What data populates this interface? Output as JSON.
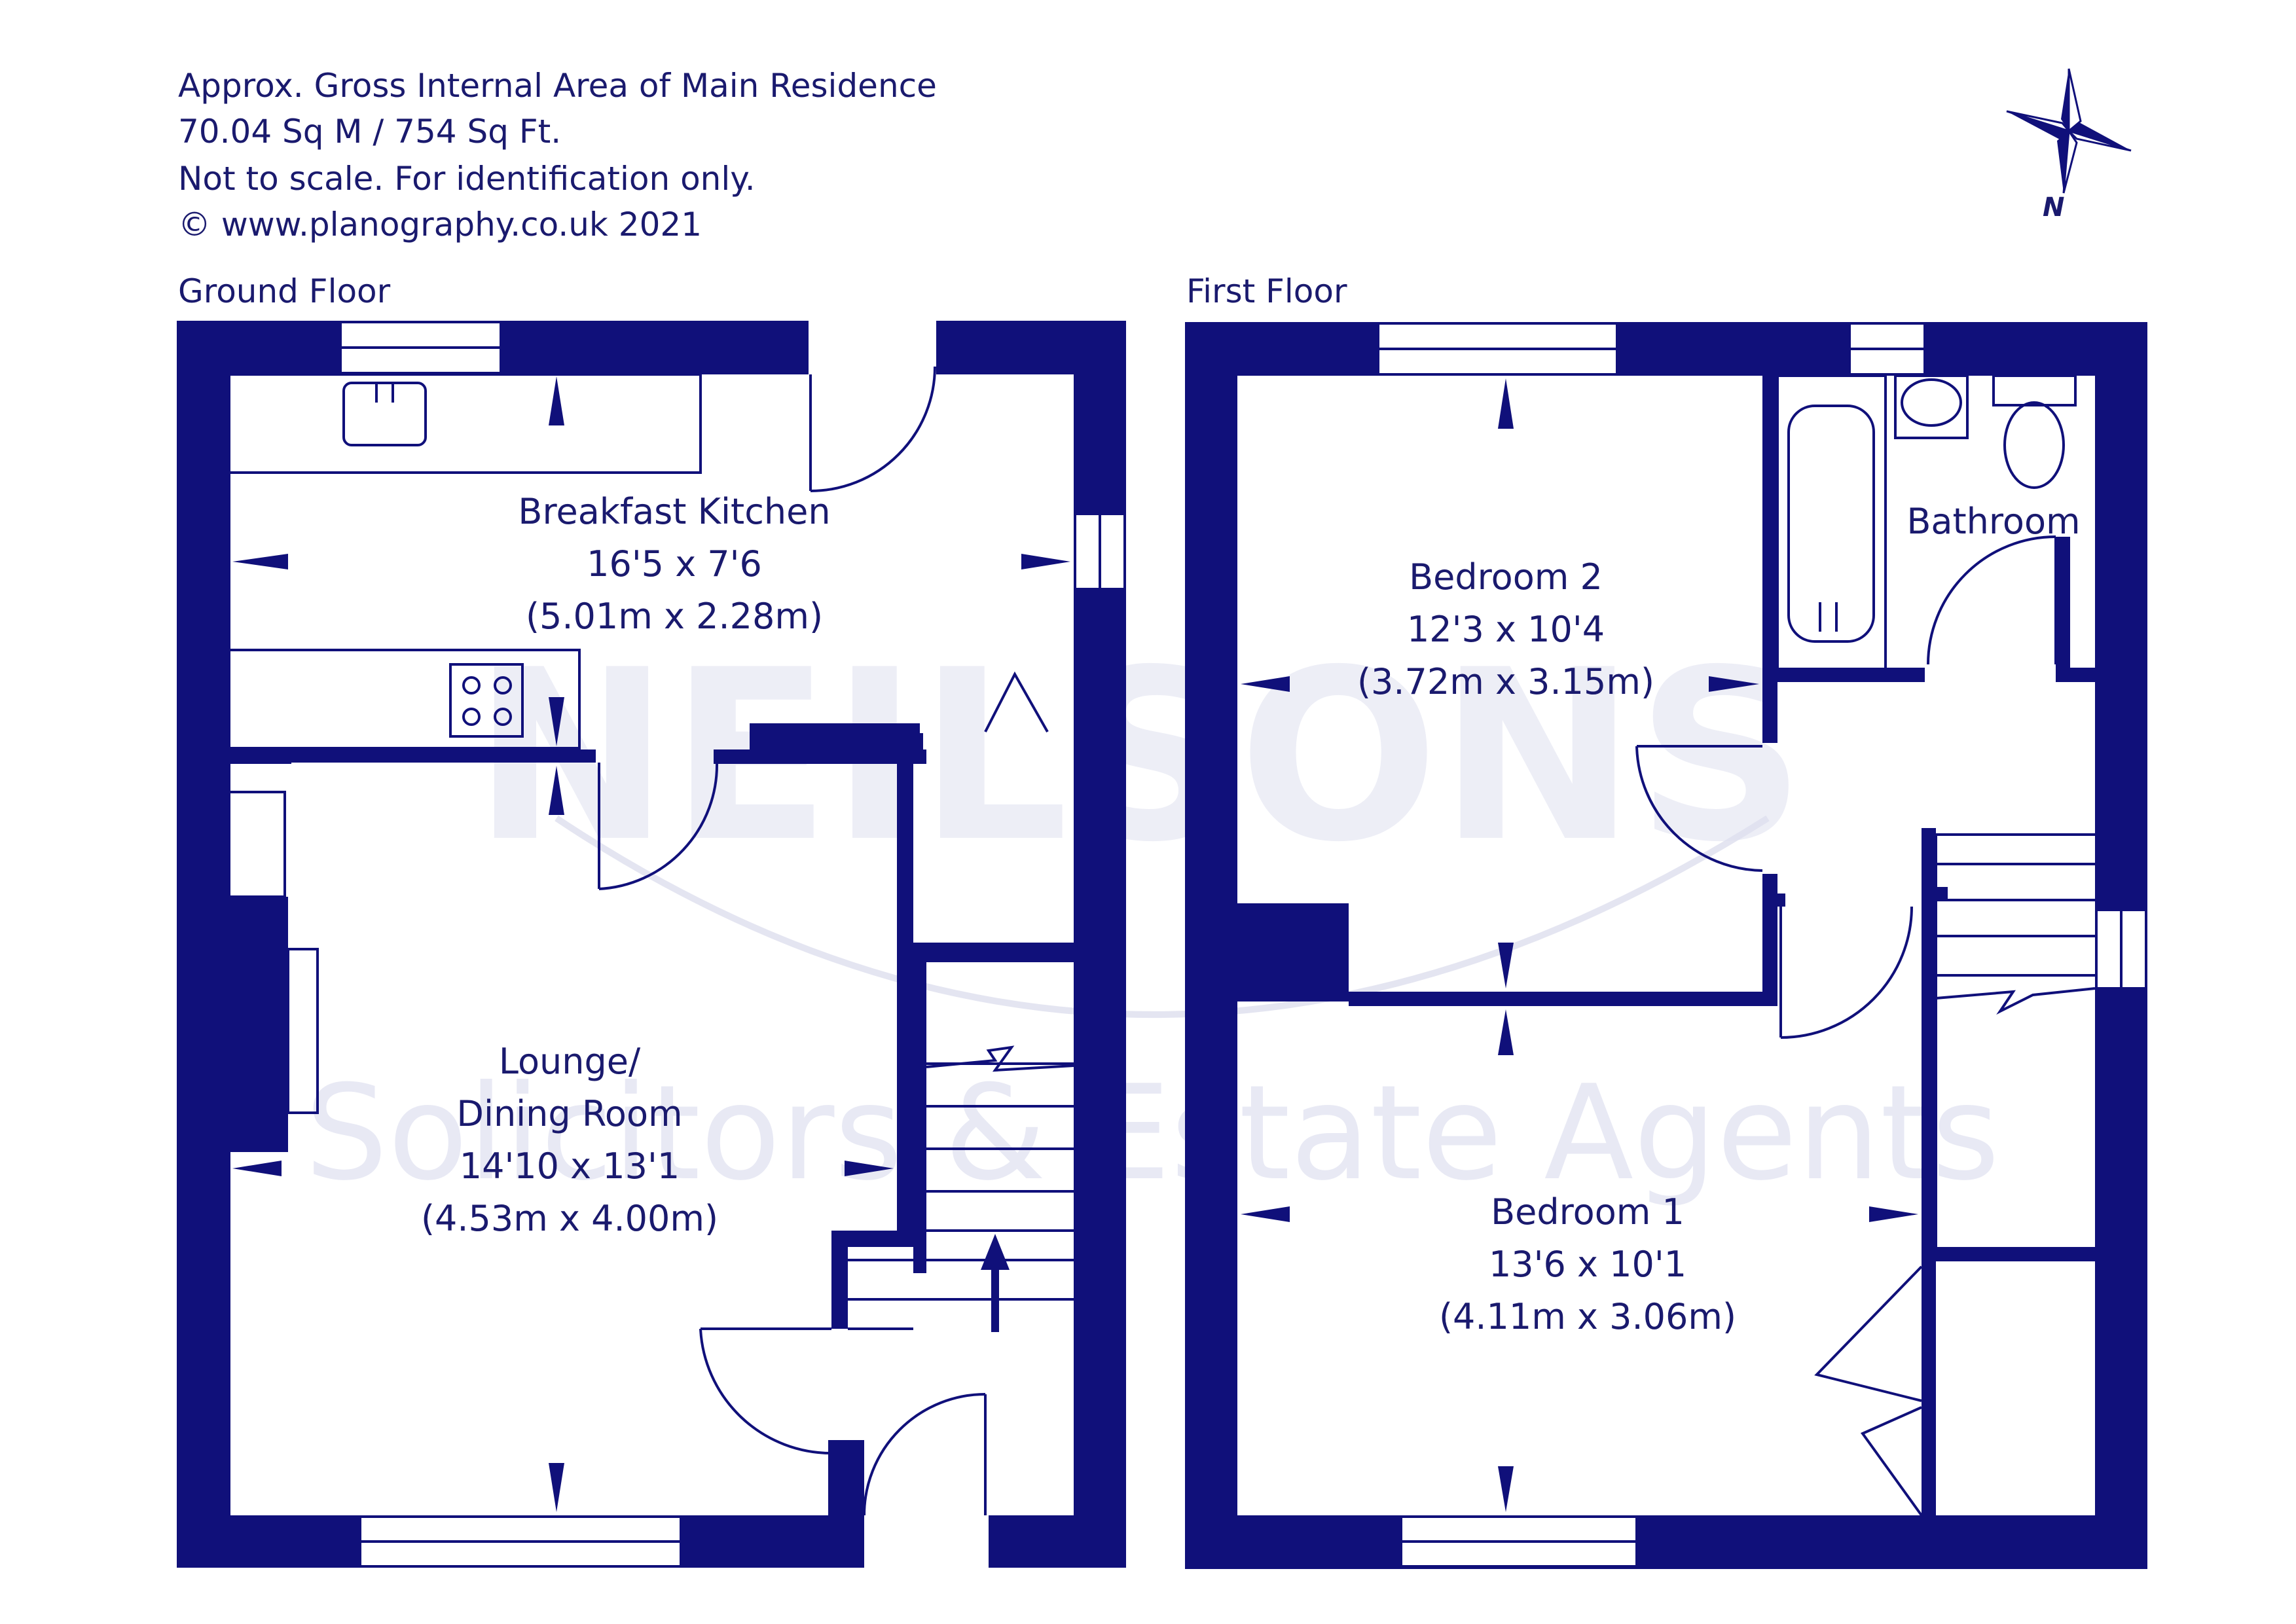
{
  "header": {
    "line1": "Approx. Gross Internal Area of Main Residence",
    "line2": "70.04 Sq M / 754 Sq Ft.",
    "line3": "Not to scale. For identification only.",
    "line4": "© www.planography.co.uk 2021"
  },
  "compass": {
    "label": "N"
  },
  "floors": {
    "ground": {
      "label": "Ground Floor"
    },
    "first": {
      "label": "First Floor"
    }
  },
  "rooms": {
    "kitchen": {
      "name": "Breakfast Kitchen",
      "imperial": "16'5 x 7'6",
      "metric": "(5.01m x 2.28m)"
    },
    "lounge": {
      "name_line1": "Lounge/",
      "name_line2": "Dining Room",
      "imperial": "14'10 x 13'1",
      "metric": "(4.53m x 4.00m)"
    },
    "bedroom2": {
      "name": "Bedroom 2",
      "imperial": "12'3 x 10'4",
      "metric": "(3.72m x 3.15m)"
    },
    "bathroom": {
      "name": "Bathroom"
    },
    "bedroom1": {
      "name": "Bedroom 1",
      "imperial": "13'6 x 10'1",
      "metric": "(4.11m x 3.06m)"
    }
  },
  "watermark": {
    "brand": "NEILSONS",
    "tagline": "Solicitors & Estate Agents"
  },
  "colors": {
    "wall": "#10107a",
    "text": "#1a1a6e",
    "watermark": "#dfe1f0"
  }
}
